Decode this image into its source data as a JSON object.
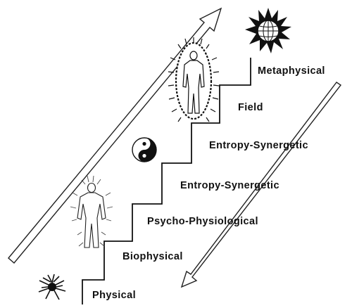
{
  "diagram": {
    "levels": [
      {
        "label": "Physical"
      },
      {
        "label": "Biophysical"
      },
      {
        "label": "Psycho-Physiological"
      },
      {
        "label": "Entropy-Synergetic"
      },
      {
        "label": "Entropy-Synergetic"
      },
      {
        "label": "Field"
      },
      {
        "label": "Metaphysical"
      }
    ],
    "icons": [
      "physical-burst-icon",
      "human-figure-aura-icon",
      "yin-yang-icon",
      "glowing-figure-icon",
      "globe-sun-icon"
    ],
    "colors": {
      "ink": "#111111",
      "background": "#ffffff",
      "arrow_fill": "#ffffff"
    }
  }
}
